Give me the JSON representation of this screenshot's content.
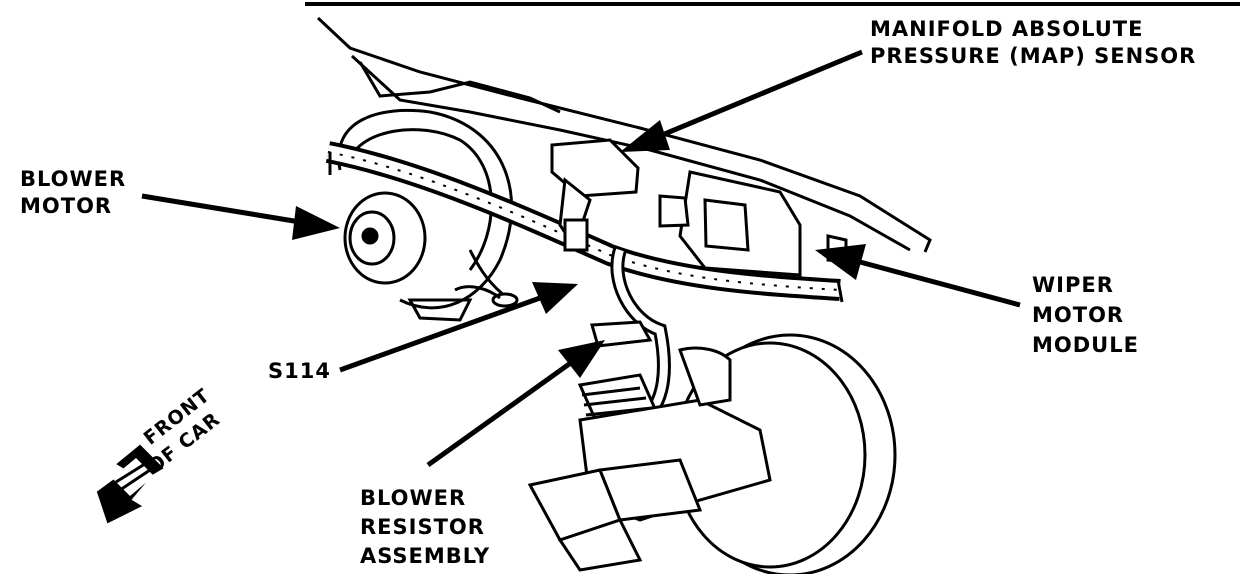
{
  "labels": {
    "map_sensor": [
      "MANIFOLD ABSOLUTE",
      "PRESSURE (MAP) SENSOR"
    ],
    "blower_motor": [
      "BLOWER",
      "MOTOR"
    ],
    "wiper_motor_module": [
      "WIPER",
      "MOTOR",
      "MODULE"
    ],
    "s114": "S114",
    "front_of_car": [
      "FRONT",
      "OF CAR"
    ],
    "blower_resistor": [
      "BLOWER",
      "RESISTOR",
      "ASSEMBLY"
    ]
  },
  "colors": {
    "ink": "#000000",
    "paper": "#ffffff"
  }
}
